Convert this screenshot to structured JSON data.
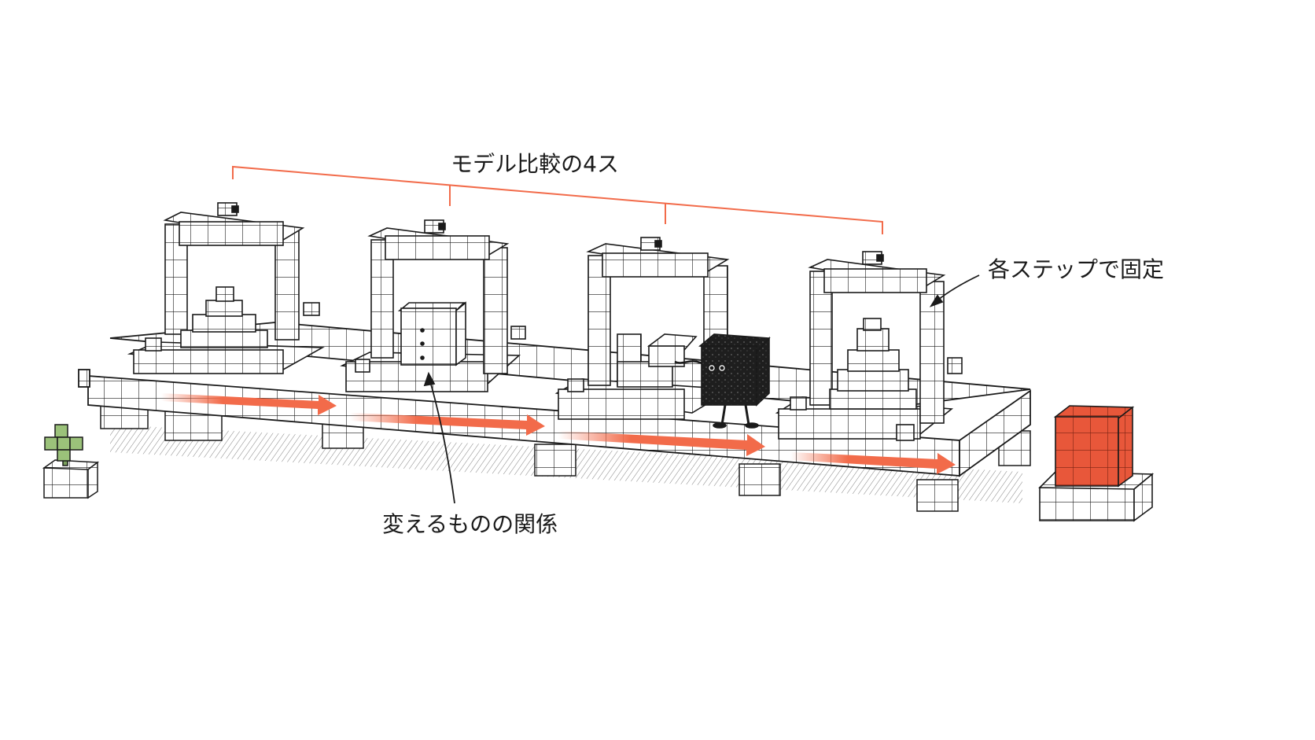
{
  "labels": {
    "bracket_label": "モデル比較の4ス",
    "fixed_label": "各ステップで固定",
    "variable_label": "変えるものの関係"
  },
  "colors": {
    "accent": "#f26b4a",
    "ink": "#1a1a1a",
    "block_fill": "#ffffff",
    "plant": "#9bc27a",
    "red_block": "#e8573a",
    "character": "#1e1e1e"
  },
  "icons": {
    "stations": [
      "press-frame-pyramid-icon",
      "press-frame-cube-icon",
      "press-frame-l-block-icon",
      "press-frame-stepped-icon"
    ],
    "start": "sprout-icon",
    "end": "red-cube-icon",
    "character": "block-character-icon"
  }
}
